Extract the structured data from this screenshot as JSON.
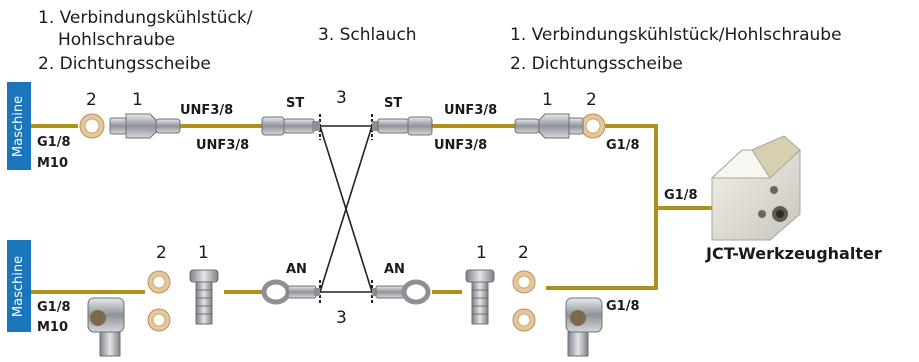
{
  "legend": {
    "left_item1_line1": "1. Verbindungskühlstück/",
    "left_item1_line2": "Hohlschraube",
    "left_item2": "2. Dichtungsscheibe",
    "middle_item3": "3. Schlauch",
    "right_item1": "1. Verbindungskühlstück/Hohlschraube",
    "right_item2": "2. Dichtungsscheibe"
  },
  "machine_label": "Maschine",
  "top_row": {
    "num_2_left": "2",
    "num_1_left": "1",
    "unf_upper_left": "UNF3/8",
    "unf_lower_left": "UNF3/8",
    "st_left": "ST",
    "num_3": "3",
    "st_right": "ST",
    "unf_upper_right": "UNF3/8",
    "unf_lower_right": "UNF3/8",
    "num_1_right": "1",
    "num_2_right": "2",
    "g18_left": "G1/8",
    "m10_left": "M10",
    "g18_right": "G1/8"
  },
  "bottom_row": {
    "num_2_left": "2",
    "num_1_left": "1",
    "an_left": "AN",
    "an_right": "AN",
    "num_3": "3",
    "num_1_right": "1",
    "num_2_right": "2",
    "g18_left": "G1/8",
    "m10_left": "M10",
    "g18_right": "G1/8"
  },
  "holder": {
    "g18_label": "G1/8",
    "caption": "JCT-Werkzeughalter"
  },
  "colors": {
    "pipe": "#b09018",
    "machine_bg": "#1b75bb",
    "washer": "#e6c79a",
    "metal": "#a8acb0"
  }
}
